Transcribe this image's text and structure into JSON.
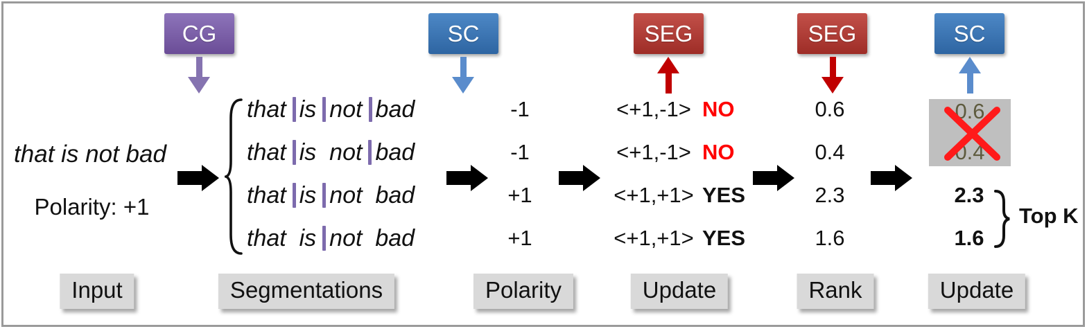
{
  "stages": [
    {
      "label": "CG",
      "color": "#7b5ca6",
      "arrow": "down"
    },
    {
      "label": "SC",
      "color": "#3c79b8",
      "arrow": "down"
    },
    {
      "label": "SEG",
      "color": "#b23a34",
      "arrow": "up"
    },
    {
      "label": "SEG",
      "color": "#b23a34",
      "arrow": "down"
    },
    {
      "label": "SC",
      "color": "#3c79b8",
      "arrow": "up"
    }
  ],
  "input": {
    "sentence": "that is not bad",
    "polarity": "Polarity: +1"
  },
  "segmentation_rows": [
    {
      "segments": [
        [
          "that"
        ],
        [
          "is"
        ],
        [
          "not"
        ],
        [
          "bad"
        ]
      ]
    },
    {
      "segments": [
        [
          "that"
        ],
        [
          "is",
          "not"
        ],
        [
          "bad"
        ]
      ]
    },
    {
      "segments": [
        [
          "that"
        ],
        [
          "is"
        ],
        [
          "not",
          "bad"
        ]
      ]
    },
    {
      "segments": [
        [
          "that",
          "is"
        ],
        [
          "not",
          "bad"
        ]
      ]
    }
  ],
  "polarity_values": [
    "-1",
    "-1",
    "+1",
    "+1"
  ],
  "update_rows": [
    {
      "pair": "<+1,-1>",
      "decision": "NO",
      "accepted": false
    },
    {
      "pair": "<+1,-1>",
      "decision": "NO",
      "accepted": false
    },
    {
      "pair": "<+1,+1>",
      "decision": "YES",
      "accepted": true
    },
    {
      "pair": "<+1,+1>",
      "decision": "YES",
      "accepted": true
    }
  ],
  "rank_values": [
    "0.6",
    "0.4",
    "2.3",
    "1.6"
  ],
  "final_update": {
    "rejected": [
      "0.6",
      "0.4"
    ],
    "kept": [
      "2.3",
      "1.6"
    ],
    "topk_label": "Top K"
  },
  "footer_labels": [
    "Input",
    "Segmentations",
    "Polarity",
    "Update",
    "Rank",
    "Update"
  ],
  "colors": {
    "purple_box": "#7b5ca6",
    "blue_box": "#3c79b8",
    "red_box": "#b23a34",
    "purple_arrow": "#8573b0",
    "blue_arrow": "#5a8ccc",
    "red_arrow": "#c00000",
    "separator_bar": "#7d6bad",
    "label_bg": "#d9d9d9",
    "reject_bg": "#bfbfbf",
    "reject_text": "#5e5b3e",
    "no_color": "#ff0000",
    "x_color": "#ff1a1a"
  }
}
